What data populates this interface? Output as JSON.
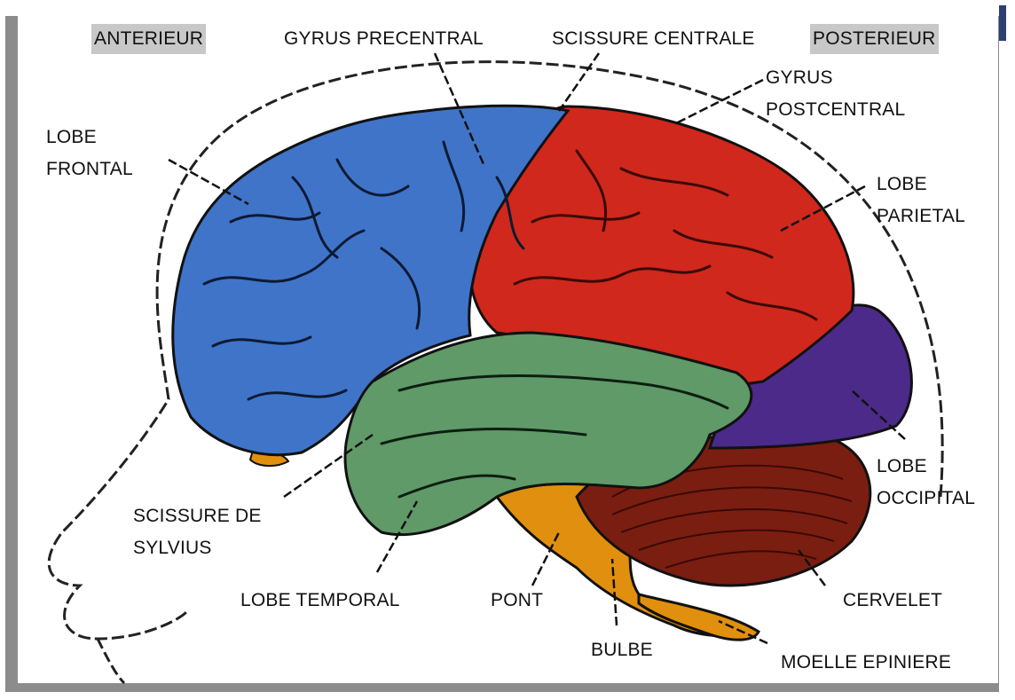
{
  "labels": {
    "anterieur": "ANTERIEUR",
    "gyrus_precentral": "GYRUS PRECENTRAL",
    "scissure_centrale": "SCISSURE CENTRALE",
    "posterieur": "POSTERIEUR",
    "gyrus_postcentral": "GYRUS\nPOSTCENTRAL",
    "lobe_frontal": "LOBE\nFRONTAL",
    "lobe_parietal": "LOBE\nPARIETAL",
    "lobe_occipital": "LOBE\nOCCIPITAL",
    "scissure_de_sylvius": "SCISSURE DE\nSYLVIUS",
    "lobe_temporal": "LOBE TEMPORAL",
    "pont": "PONT",
    "bulbe": "BULBE",
    "cervelet": "CERVELET",
    "moelle_epiniere": "MOELLE EPINIERE"
  },
  "colors": {
    "frontal": "#3f74c9",
    "parietal": "#d0281c",
    "occipital": "#4b2a8a",
    "temporal": "#5f9a68",
    "cerebellum": "#7a1e12",
    "brainstem": "#e0900e",
    "outline": "#111111",
    "highlight": "#c8c8c8"
  }
}
